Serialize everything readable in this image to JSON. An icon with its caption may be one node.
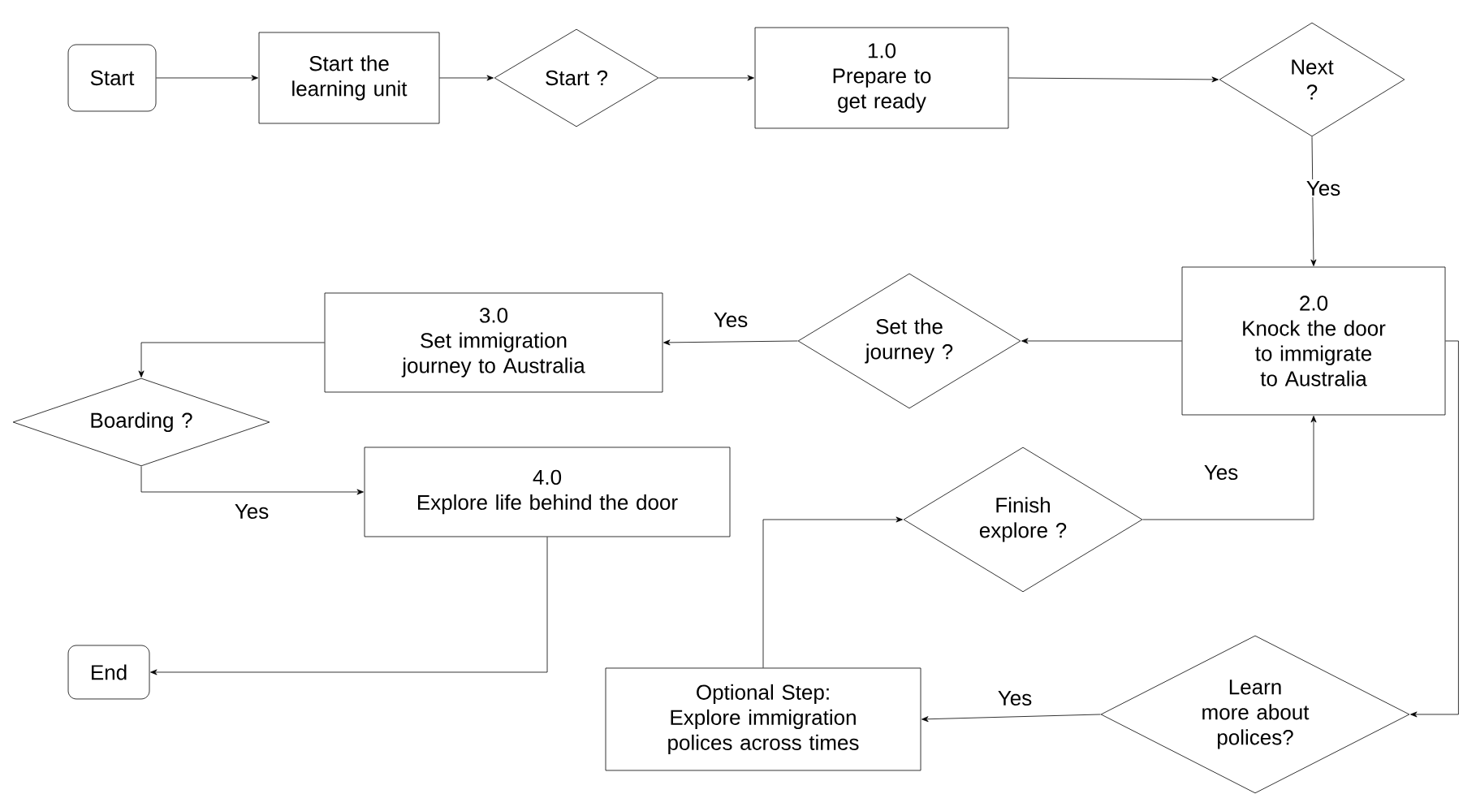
{
  "diagram": {
    "nodes": [
      {
        "text": [
          "Start"
        ]
      },
      {
        "text": [
          "Start the learning unit"
        ]
      },
      {
        "text": [
          "Start ?"
        ]
      },
      {
        "text": [
          "1.0",
          "Prepare to get ready"
        ]
      },
      {
        "text": [
          "Next ?"
        ]
      },
      {
        "text": [
          "2.0",
          "Knock the door to immigrate to Australia"
        ]
      },
      {
        "text": [
          "Set the journey ?"
        ]
      },
      {
        "text": [
          "3.0",
          "Set immigration journey to Australia"
        ]
      },
      {
        "text": [
          "Boarding ?"
        ]
      },
      {
        "text": [
          "4.0",
          "Explore life behind the door"
        ]
      },
      {
        "text": [
          "Finish explore ?"
        ]
      },
      {
        "text": [
          "Learn more about polices?"
        ]
      },
      {
        "text": [
          "Optional Step:",
          "Explore immigration polices across times"
        ]
      },
      {
        "text": [
          "End"
        ]
      }
    ],
    "edges": [
      {
        "from": 0,
        "to": 1,
        "arrow": "to"
      },
      {
        "from": 1,
        "to": 2,
        "arrow": "to"
      },
      {
        "from": 2,
        "to": 3,
        "arrow": "to"
      },
      {
        "from": 3,
        "to": 4,
        "arrow": "to"
      },
      {
        "from": 4,
        "to": 5,
        "arrow": "to",
        "label": "Yes"
      },
      {
        "from": 5,
        "to": 6,
        "arrow": "to"
      },
      {
        "from": 6,
        "to": 7,
        "arrow": "to",
        "label": "Yes"
      },
      {
        "from": 7,
        "to": 8,
        "arrow": "to"
      },
      {
        "from": 8,
        "to": 9,
        "arrow": "to",
        "label": "Yes"
      },
      {
        "from": 9,
        "to": 13,
        "arrow": "to"
      },
      {
        "from": 5,
        "to": 11,
        "arrow": "to"
      },
      {
        "from": 11,
        "to": 12,
        "arrow": "to",
        "label": "Yes"
      },
      {
        "from": 12,
        "to": 10,
        "arrow": "to"
      },
      {
        "from": 10,
        "to": 5,
        "arrow": "to",
        "label": "Yes"
      }
    ]
  }
}
